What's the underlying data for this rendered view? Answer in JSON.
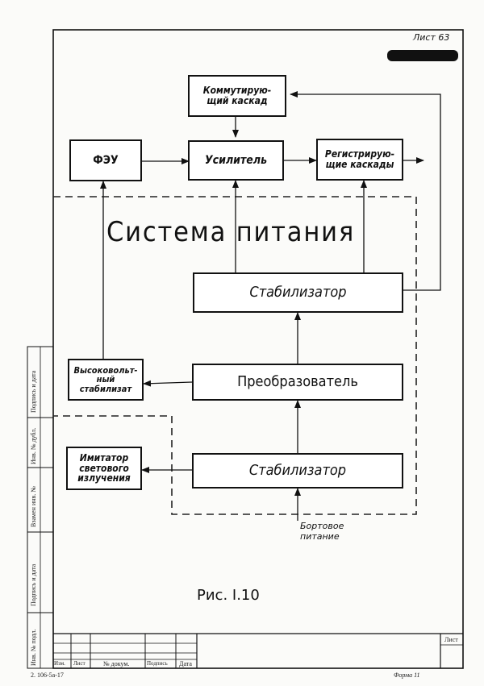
{
  "sheet": {
    "label": "Лист 63",
    "figure_caption": "Рис. I.10",
    "bottom_left_code": "2. 106-5а-17",
    "bottom_right": "Форма 11"
  },
  "diagram": {
    "power_system_label": "Система питания",
    "blocks": {
      "commutating": "Коммутирую-\nщий каскад",
      "feu": "ФЭУ",
      "amplifier": "Усилитель",
      "registering": "Регистрирую-\nщие каскады",
      "stabilizer_top": "Стабилизатор",
      "hv_stabilizer": "Высоковольт-\nный стабилизат",
      "converter": "Преобразователь",
      "light_simulator": "Имитатор\nсветового\nизлучения",
      "stabilizer_bottom": "Стабилизатор"
    },
    "onboard_power": "Бортовое\nпитание"
  },
  "side_stamp": {
    "labels": [
      "Подпись и дата",
      "Инв. № дубл.",
      "Взамен инв. №",
      "Подпись и дата",
      "Инв. № подл."
    ]
  },
  "title_block": {
    "columns": [
      "Изм.",
      "Лист",
      "№ докум.",
      "Подпись",
      "Дата"
    ],
    "sheet_cell": "Лист"
  }
}
